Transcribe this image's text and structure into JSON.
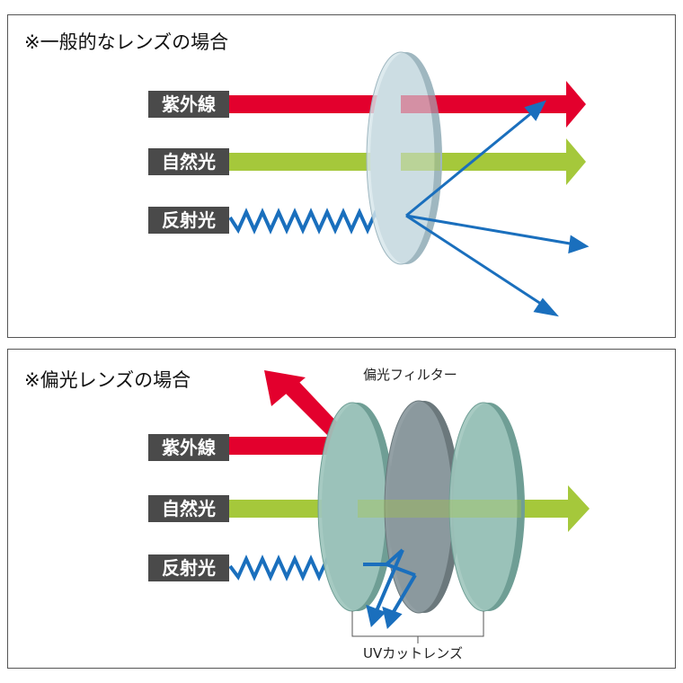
{
  "colors": {
    "uv": "#e3002d",
    "natural": "#a5c83b",
    "reflected": "#1a6fbd",
    "label_bg": "#4a4a4a",
    "lens_plain": "#d6e5ea",
    "lens_uv": "#9ec5bd",
    "lens_filter": "#8d9ba0"
  },
  "top_panel": {
    "title": "※一般的なレンズの場合",
    "labels": {
      "uv": "紫外線",
      "natural": "自然光",
      "reflected": "反射光"
    }
  },
  "bottom_panel": {
    "title": "※偏光レンズの場合",
    "labels": {
      "uv": "紫外線",
      "natural": "自然光",
      "reflected": "反射光"
    },
    "polarizing_filter_label": "偏光フィルター",
    "uv_cut_lens_label": "UVカットレンズ"
  }
}
